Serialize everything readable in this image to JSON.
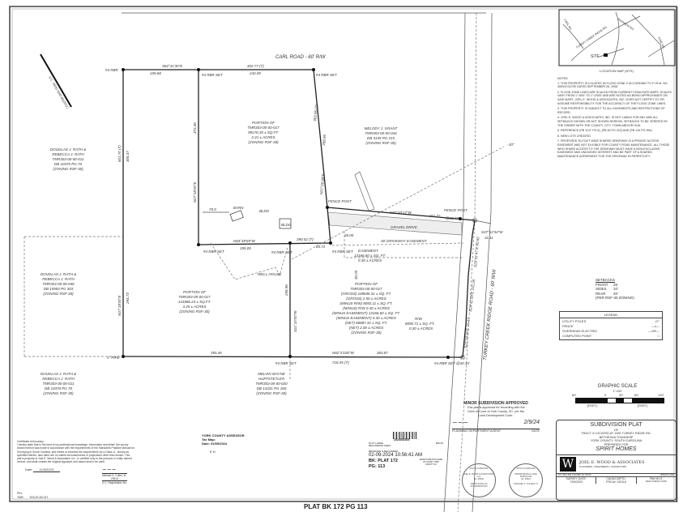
{
  "road_top": "CARL ROAD - 60' R/W",
  "road_right": "TURKEY CREEK RIDGE ROAD - 60' R/W",
  "footer": "PLAT BK 172 PG 113",
  "boundary": {
    "top_bearing": "S82°41'30\"E",
    "top_dist_1": "159.68",
    "top_total": "402.77 (T)",
    "top_dist_2": "243.09",
    "west_total": "601.70 (T)",
    "west_upper": "306.37",
    "west_lower_bearing": "N07°18'00\"E",
    "west_lower": "294.73",
    "inner_bearing": "N07°18'00\"E",
    "inner_dist": "372.36",
    "east_total": "363.95 (T)",
    "east_dist": "288.95",
    "east_bearing": "N07°26'38\"E",
    "mid_bearing": "N84°49'59\"W",
    "mid_dist": "195.05",
    "mid_total": "390.52 (T)",
    "mid_short": "84.72",
    "south_bearing": "S21°10'00\"W",
    "south_dist": "256.96",
    "bottom_bearing": "N82°4'100\"W",
    "bottom_dist_1": "355.46",
    "bottom_dist_2": "363.87",
    "bottom_total": "718.35 (T)",
    "fence_bearing": "N87°40'17\"W",
    "fence_dist": "311.72",
    "fence_total": "@10.47",
    "east_tie_bearing": "S37°12'34\"W",
    "east_tie_dist": "31.11",
    "road_seg1": "S29°41'47\"E 80.62",
    "road_seg2": "S24°41'09\"E 101.05",
    "road_seg3": "S22°29'16\"E 70.37",
    "easement_dim": "30.00",
    "easement_dim2": "26.00",
    "barn_dim": "70.0"
  },
  "monuments": {
    "rbr": "#4 RBR",
    "rbr_set": "#4 RBR SET",
    "pipe": "1\" PIPE",
    "fence_post": "FENCE POST",
    "bottom_set": "#4 RBR SET @30.15'"
  },
  "labels": {
    "barn": "BARN",
    "bldg": "BLDG",
    "well": "WELL HOUSE",
    "gravel": "GRAVEL DRIVE",
    "drive_easement": "30' DRIVEWAY EASEMENT",
    "easement": [
      "EASEMENT",
      "13166.60 ± SQ. FT.",
      "0.30 ± ACRES"
    ],
    "rw": [
      "R/W",
      "8090.71 ± SQ. FT.",
      "0.30 ± ACRES"
    ],
    "pole": "-JO°",
    "scd": "S.C. GRID NAD 83(2011)"
  },
  "parcels": {
    "lot_north": [
      "PORTION OF",
      "TMR303-00-00-017",
      "99176.35 ± SQ.FT.",
      "2.21 ± ACRES",
      "(ZONING RSF-30)"
    ],
    "lot_west": [
      "PORTION OF",
      "TMR303-00-00-017",
      "141886.24 ± SQ.FT.",
      "3.25 ± ACRES",
      "(ZONING RSF-30)"
    ],
    "lot_east": [
      "PORTION OF",
      "TMR303-00-00-017",
      "(GROSS) 108846.31 ± SQ. FT.",
      "(GROSS) 2.50 ± ACRES",
      "(MINUS R/W) 8092.11 ± SQ. FT.",
      "(MINUS) R/W 0.30 ± ACRES",
      "(MINUS EASEMENT) 13166.60 ± SQ. FT.",
      "(MINUS EASEMENT) 0.30 ± ACRES",
      "(NET) 86887.32 ± SQ. FT.",
      "(NET) 2.00 ± ACRES",
      "(ZONING RSF-30)"
    ],
    "grant": [
      "MELODY J. GRANT",
      "TMR303-00-00-044",
      "DB 3145 PG 215",
      "(ZONING RSF-30)"
    ],
    "rath1": [
      "DOUGLAS J. RATH &",
      "REBECCA J. RATH",
      "TMR303-00-00-011",
      "DB 10370 PG 70",
      "(ZONING RSF-30)"
    ],
    "rath2": [
      "DOUGLAS J. RATH &",
      "REBECCA J. RATH",
      "TMR303-00-00-046",
      "DB 15993 PG 303",
      "(ZONING RSF-30)"
    ],
    "rath3": [
      "DOUGLAS J. RATH &",
      "REBECCA J. RATH",
      "TMR303-00-00-011",
      "DB 10370 PG 70",
      "(ZONING RSF-30)"
    ],
    "huffstetler": [
      "MELVIN WAYNE",
      "HUFFSTETLER",
      "TMR303-00-00-020",
      "DB 14331 PG 160",
      "(ZONING RSF-30)"
    ]
  },
  "location_map": {
    "caption": "LOCATION MAP (NTS)",
    "site": "SITE",
    "roads": [
      "TURKEY CREEK RIDGE RD.",
      "SHANNON RD.",
      "CARL RD.",
      "JUNE RD."
    ]
  },
  "notes": {
    "title": "NOTES:",
    "items": [
      "1. THIS PROPERTY IS LOCATED IN FLOOD ZONE X ACCORDING TO F.I.R.M. NO. 45091C0270E DATED SEPTEMBER 26, 2008.",
      "2. FLOOD ZONE LINES ARE SCALED FROM CURRENT FEMA RATE MAPS. SCALES VARY FROM 1\"=500' TO 1\"=2000' AND ARE NOTED AS BEING APPROXIMATE ON SAID MAPS. JOEL E. WOOD & ASSOCIATES, INC. DOES NOT CERTIFY TO OR ASSUME RESPONSIBILITY FOR THE ACCURACY OF THE FLOOD ZONE LINES.",
      "3. THIS PROPERTY IS SUBJECT TO ALL EASEMENTS AND RESTRICTIONS OF RECORD.",
      "4. JOEL E. WOOD & ASSOCIATES, INC. IS NOT LIABLE FOR ANY AND ALL SETBACKS SHOWN OR NOT SHOWN HEREON. SETBACKS TO BE VERIFIED BY THE OWNER WITH THE COUNTY, CITY, TOWN AND/OR HOA.",
      "5. REFERENCE (PB 'A'/3\" PG 6), (PB 46 PG 222) AND (PB 134 PG 994).",
      "6. NEW LOTS CREATED.",
      "7. PROPOSED 30-FOOT WIDE SHARED DRIVEWAY IS A PRIVATE ACCESS EASEMENT AND NOT ELIGIBLE FOR COUNTY ROAD MAINTENANCE. ALL THOSE WHO SHARE ACCESS TO THE DRIVEWAY MUST HAVE A NON-EXCLUSIVE EASEMENT AND UNDIVIDED INTEREST AND BE PART OF A SHARED MAINTENANCE AGREEMENT FOR THE DRIVEWAY IN PERPETUITY."
    ]
  },
  "setbacks": {
    "title": "SETBACKS",
    "rows": [
      [
        "FRONT",
        "25'"
      ],
      [
        "SIDES",
        "10'"
      ],
      [
        "REAR",
        "20'"
      ]
    ],
    "note": "(PER RSF-30 ZONING)"
  },
  "legend": {
    "title": "LEGEND",
    "items": [
      {
        "label": "UTILITY POLES",
        "symbol": "-O°"
      },
      {
        "label": "FENCE",
        "symbol": "—x—"
      },
      {
        "label": "OVERHEAD ELECTRIC",
        "symbol": "—OE—"
      },
      {
        "label": "COMPUTED POINT",
        "symbol": "□"
      }
    ]
  },
  "scale": {
    "title": "GRAPHIC SCALE",
    "ratio": "1\"=60'",
    "ticks": [
      "60'",
      "0",
      "30'",
      "60'",
      "120'"
    ],
    "units": [
      "(FEET)",
      "(FEET)"
    ]
  },
  "approval": {
    "title": "MINOR SUBDIVISION APPROVED",
    "text": [
      "This plat is approved for recording with the",
      "Clerk of Court of York County, SC. per the",
      "Land Development Code."
    ],
    "date": "2/9/24",
    "sig_label": "PLANNING DEPARTMENT AGENT",
    "date_label": "DATE"
  },
  "seals": {
    "seal1": [
      "SOUTH CAROLINA",
      "JOEL E. WOOD & ASSOCIATES, LLC",
      "No. 00000",
      "CERTIFICATE OF AUTHORIZATION"
    ],
    "seal2": [
      "SOUTH CAROLINA",
      "PROFESSIONAL LAND SURVEYOR",
      "No. 29314",
      "MICHAEL S. CULLER, III"
    ]
  },
  "title_block": {
    "title": "SUBDIVISION PLAT",
    "of": "OF",
    "line1": "TRACT 3 LOCATED AT 1930 TURKEY RIDGE RD.",
    "line2": "BETHESDA TOWNSHIP",
    "line3": "YORK COUNTY, SOUTH CAROLINA",
    "prepared": "PREPARED FOR",
    "client": "SPIRIT HOMES",
    "logo": "W",
    "company": "JOEL E. WOOD & ASSOCIATES",
    "tagline": "PLANNERS • ENGINEERS • SURVEYORS",
    "address": "P.O. BOX 396 CLOVER, SC 29710",
    "phone": "(803)222-3160",
    "survey_date_label": "SURVEY DATE:",
    "survey_date": "7/09/2023",
    "cad_label": "CADD/CMPTD:",
    "proj": "PROJ#: 230116",
    "fb_label": "FB# MC/1",
    "field": "FIELD SURVEY DATE"
  },
  "assessor": {
    "title": "YORK COUNTY ASSESSOR",
    "tax_map": "Tax Map:",
    "date": "Date: 02/09/2024",
    "code": "E H"
  },
  "recording": {
    "barcode_num": "2024002929",
    "fee_label": "PLAT LARGE RECORDING FEES",
    "fee": "$25.00",
    "recorded_label": "RECEIVED & RECORDED",
    "datetime": "02-09-2024 10:56:41 AM",
    "book": "BK: PLAT 172",
    "page": "PG: 113",
    "clerk": "DAVID HAMILTON CLERK OF COURT YORK COUNTY SC"
  },
  "certificate": {
    "title": "Certificate of Accuracy",
    "text": [
      "I hereby state that to the best of my professional knowledge, information and belief, the survey",
      "shown hereon was made in accordance with the requirements of the Standards Practice Manual for",
      "Surveying in South Carolina, and meets or exceeds the requirements for a Class, A , survey as",
      "specified therein; also there are no visible encroachments or projections other than shown. This",
      "plat is property of Joel E. Wood & Associates, Inc., is certified only to the persons or entity named",
      "hereon, and shall contain the original signature and raised seal to be valid."
    ],
    "date_label": "Date",
    "date": "11/9/2023",
    "surveyor": "Michael S. Culler, III",
    "reg_no": "29314",
    "reg_label": "S.C. Registration No.",
    "pin_label": "PIN:",
    "tmr_label": "TMR:",
    "tmr": "303-00-00-017"
  }
}
